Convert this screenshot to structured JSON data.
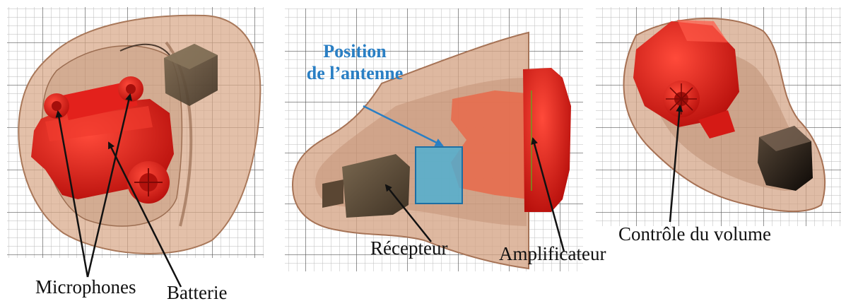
{
  "labels": {
    "microphones": "Microphones",
    "batterie": "Batterie",
    "antenna_line1": "Position",
    "antenna_line2": "de l’antenne",
    "recepteur": "Récepteur",
    "amplificateur": "Amplificateur",
    "controle_volume": "Contrôle  du volume"
  },
  "colors": {
    "grid_minor": "#b5b5b5",
    "grid_major": "#555555",
    "shell": "#d6a98a",
    "component_red": "#e3211c",
    "battery_brown": "#5e4d39",
    "antenna_blue": "#4ab0d4",
    "annotation_blue": "#2a7fc4",
    "text": "#111111"
  }
}
